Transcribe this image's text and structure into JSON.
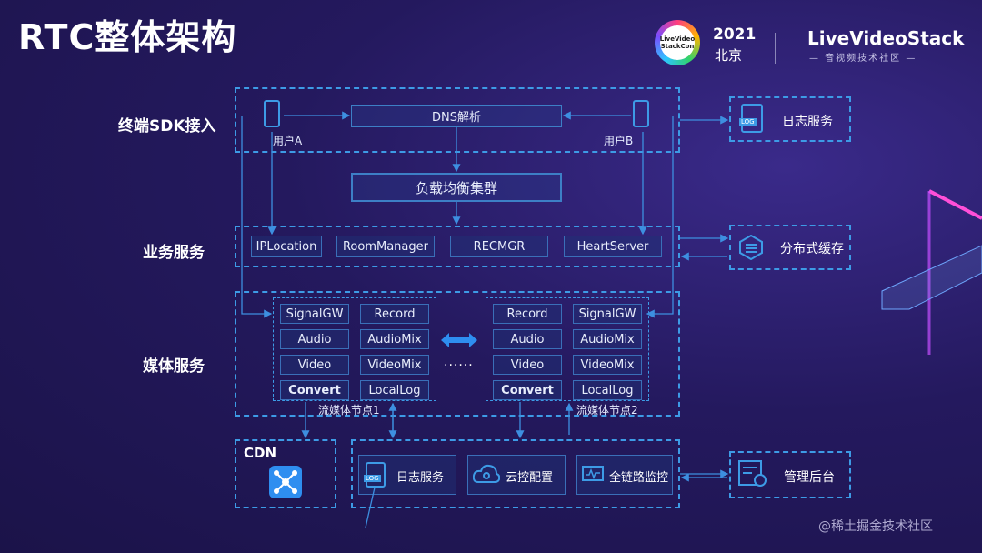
{
  "title": "RTC整体架构",
  "header": {
    "logo_text": "LiveVideo StackCon",
    "year": "2021",
    "city": "北京",
    "brand": "LiveVideoStack",
    "brand_sub": "— 音视频技术社区 —"
  },
  "layers": {
    "terminal": "终端SDK接入",
    "business": "业务服务",
    "media": "媒体服务"
  },
  "top": {
    "dns": "DNS解析",
    "user_a": "用户A",
    "user_b": "用户B",
    "lb": "负载均衡集群",
    "log_service": "日志服务",
    "log_badge": "LOG"
  },
  "business": {
    "items": [
      "IPLocation",
      "RoomManager",
      "RECMGR",
      "HeartServer"
    ],
    "cache": "分布式缓存"
  },
  "media": {
    "node1": {
      "left": [
        "SignalGW",
        "Audio",
        "Video",
        "Convert"
      ],
      "right": [
        "Record",
        "AudioMix",
        "VideoMix",
        "LocalLog"
      ],
      "caption": "流媒体节点1"
    },
    "node2": {
      "left": [
        "Record",
        "Audio",
        "Video",
        "Convert"
      ],
      "right": [
        "SignalGW",
        "AudioMix",
        "VideoMix",
        "LocalLog"
      ],
      "caption": "流媒体节点2"
    },
    "ellipsis": "......"
  },
  "bottom": {
    "cdn": "CDN",
    "log": "日志服务",
    "cloud": "云控配置",
    "monitor": "全链路监控",
    "admin": "管理后台",
    "log_badge": "LOG"
  },
  "watermark": "@稀土掘金技术社区",
  "colors": {
    "accent": "#3d9be6",
    "background": "#24195e"
  }
}
